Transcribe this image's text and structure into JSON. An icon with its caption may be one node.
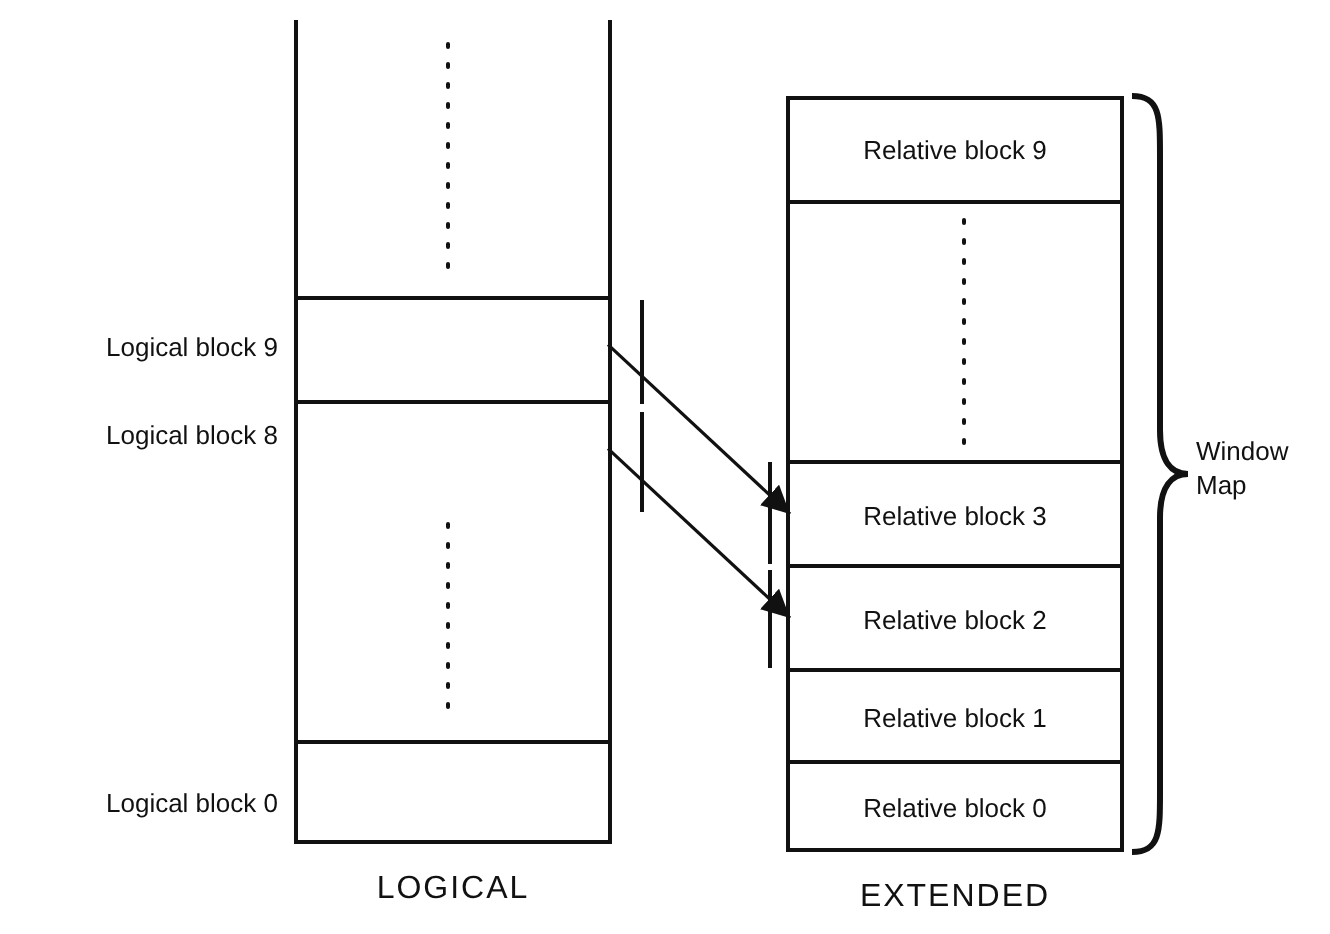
{
  "diagram": {
    "nodes": [
      {
        "text": [
          "LOGICAL"
        ]
      },
      {
        "text": [],
        "shape": "box",
        "in": 0,
        "beside": [
          "Logical block 9"
        ]
      },
      {
        "text": [],
        "shape": "box",
        "in": 0,
        "beside": [
          "Logical block 8"
        ]
      },
      {
        "text": [],
        "shape": "box",
        "in": 0,
        "beside": [
          "Logical block 0"
        ]
      },
      {
        "text": [
          "EXTENDED"
        ]
      },
      {
        "text": [
          "Relative block 9"
        ],
        "in": 4
      },
      {
        "text": [
          "Relative block 3"
        ],
        "in": 4
      },
      {
        "text": [
          "Relative block 2"
        ],
        "in": 4
      },
      {
        "text": [
          "Relative block 1"
        ],
        "in": 4
      },
      {
        "text": [
          "Relative block 0"
        ],
        "in": 4
      }
    ],
    "edges": [
      {
        "from": 1,
        "to": 6,
        "arrow": "to"
      },
      {
        "from": 2,
        "to": 7,
        "arrow": "to"
      }
    ],
    "labels": [
      "Window Map"
    ]
  }
}
